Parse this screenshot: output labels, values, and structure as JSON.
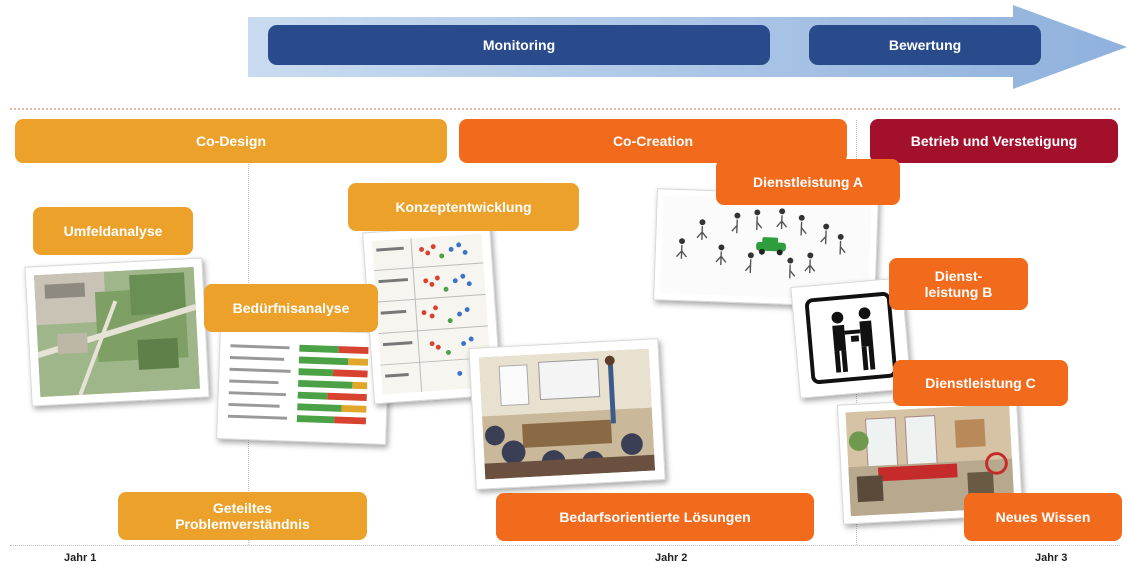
{
  "top_arrow": {
    "phases": [
      {
        "label": "Monitoring"
      },
      {
        "label": "Bewertung"
      }
    ]
  },
  "phase_bars": [
    {
      "label": "Co-Design",
      "color": "#eba12a"
    },
    {
      "label": "Co-Creation",
      "color": "#f26a1b"
    },
    {
      "label": "Betrieb und Verstetigung",
      "color": "#a3102b"
    }
  ],
  "steps": {
    "umfeldanalyse": "Umfeldanalyse",
    "beduerfnisanalyse": "Bedürfnisanalyse",
    "konzeptentwicklung": "Konzeptentwicklung",
    "dienstleistung_a": "Dienstleistung A",
    "dienstleistung_b": "Dienst-\nleistung  B",
    "dienstleistung_c": "Dienstleistung C"
  },
  "outcomes": {
    "geteiltes": "Geteiltes\nProblemverständnis",
    "bedarfsorientiert": "Bedarfsorientierte Lösungen",
    "neues_wissen": "Neues Wissen"
  },
  "timeline": {
    "years": [
      "Jahr 1",
      "Jahr 2",
      "Jahr 3"
    ]
  },
  "colors": {
    "co_design": "#eba12a",
    "co_creation": "#f26a1b",
    "betrieb": "#a3102b",
    "monitoring": "#294b8c",
    "arrow": "#a9c4e4"
  }
}
